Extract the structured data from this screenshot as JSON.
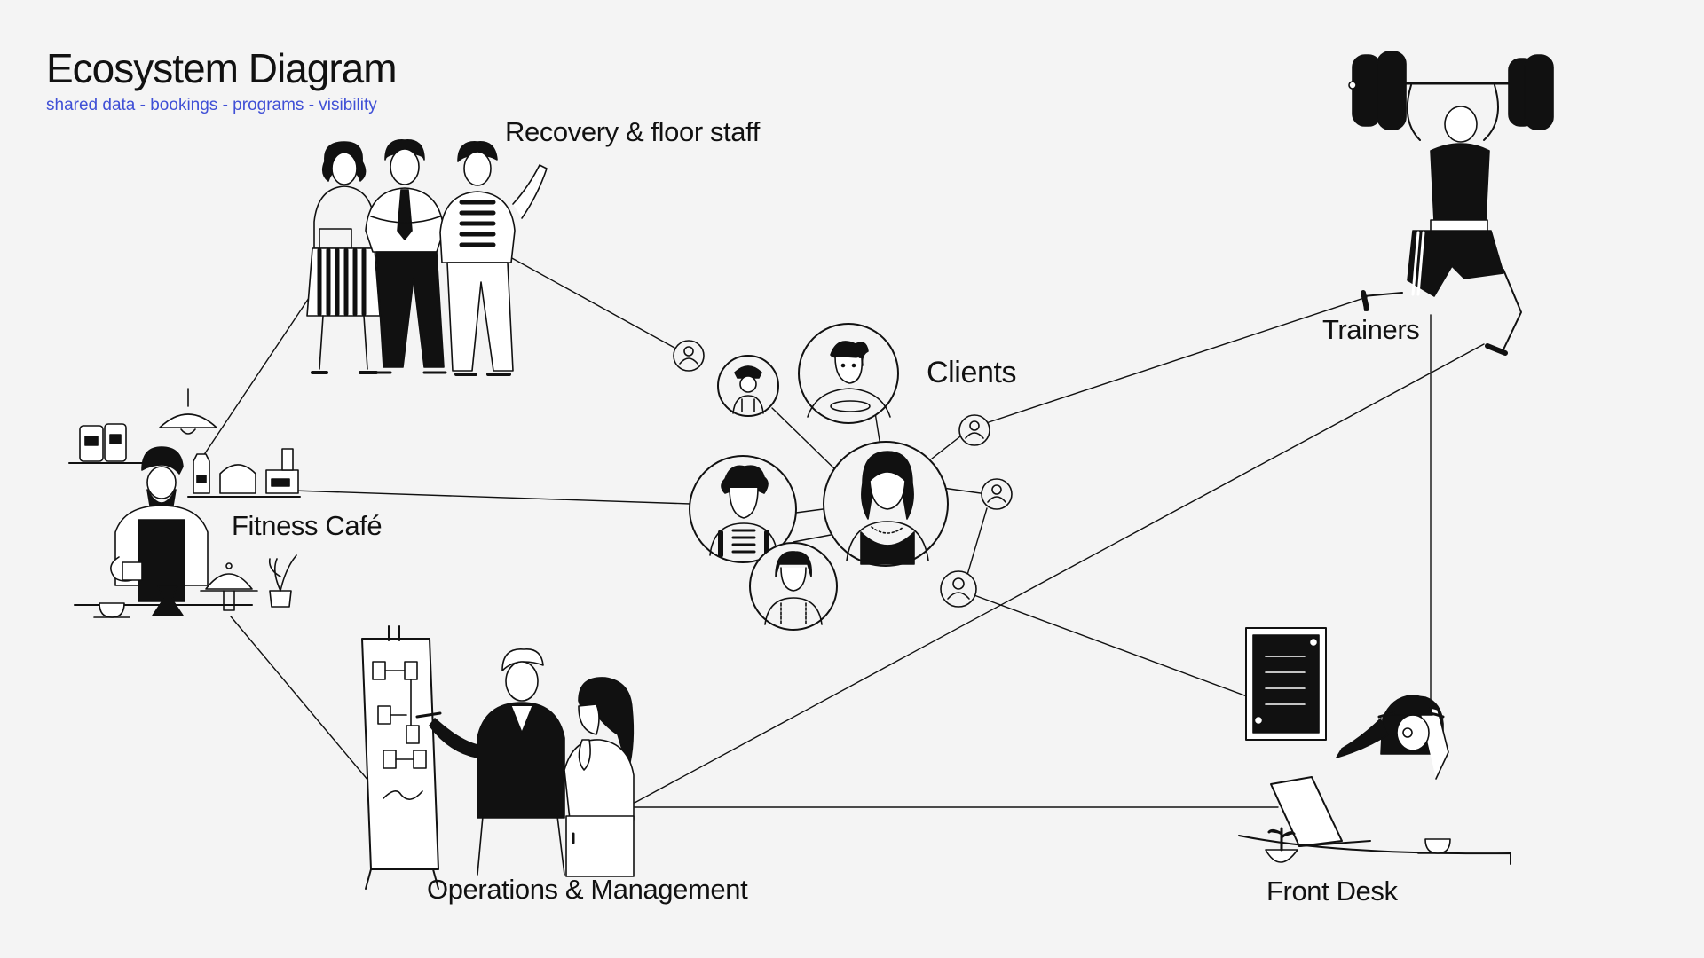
{
  "header": {
    "title": "Ecosystem Diagram",
    "subtitle": "shared data - bookings - programs - visibility"
  },
  "nodes": {
    "recovery": "Recovery & floor staff",
    "clients": "Clients",
    "cafe": "Fitness Café",
    "trainers": "Trainers",
    "operations": "Operations & Management",
    "front_desk": "Front Desk"
  },
  "colors": {
    "background": "#f4f4f4",
    "ink": "#111111",
    "subtitle": "#3f4fd6"
  },
  "icons": [
    "user-icon",
    "lamp-icon",
    "plant-icon",
    "cup-icon",
    "laptop-icon",
    "menu-board-icon",
    "barbell-icon",
    "flipchart-icon"
  ]
}
